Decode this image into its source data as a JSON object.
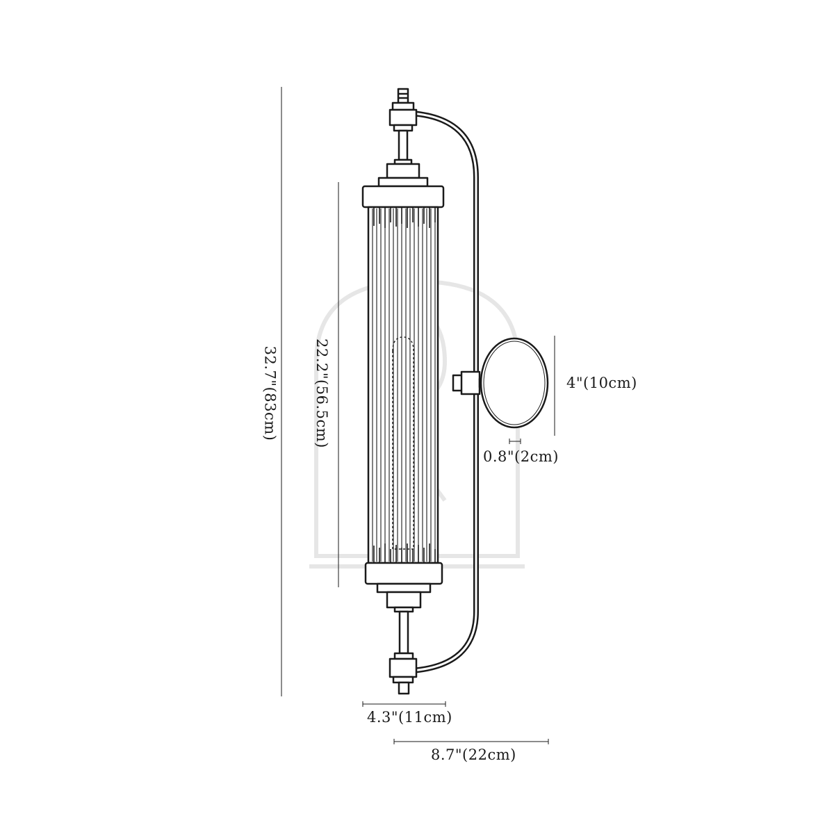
{
  "dimensions": {
    "total_height": "32.7\"(83cm)",
    "shade_height": "22.2\"(56.5cm)",
    "backplate_diameter": "4\"(10cm)",
    "backplate_depth": "0.8\"(2cm)",
    "shade_width": "4.3\"(11cm)",
    "total_depth": "8.7\"(22cm)"
  },
  "colors": {
    "line": "#1a1a1a",
    "watermark": "#e6e6e6",
    "background": "#ffffff"
  }
}
